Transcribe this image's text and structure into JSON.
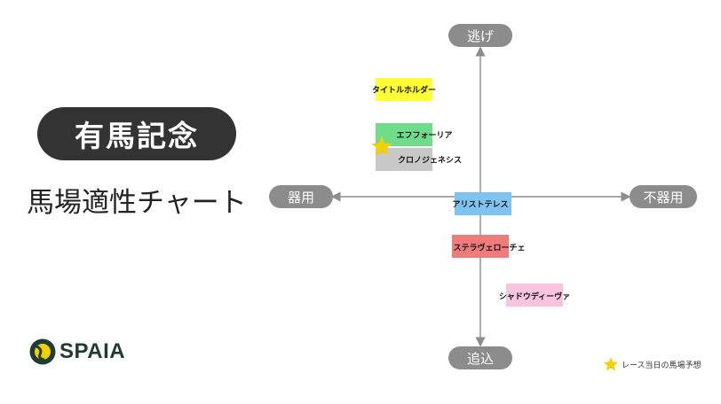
{
  "title": "有馬記念",
  "subtitle": "馬場適性チャート",
  "brand": "SPAIA",
  "colors": {
    "title_bg": "#333333",
    "axis": "#8c8c8c",
    "star": "#f5d000",
    "logo": "#1f3b32"
  },
  "axes": {
    "top": "逃げ",
    "bottom": "追込",
    "left": "器用",
    "right": "不器用"
  },
  "horses": [
    {
      "name": "タイトルホルダー",
      "color": "#ffff33"
    },
    {
      "name": "エフフォーリア",
      "color": "#6fdc8c"
    },
    {
      "name": "クロノジェネシス",
      "color": "#c8c8c8"
    },
    {
      "name": "アリストテレス",
      "color": "#7fc4f0"
    },
    {
      "name": "ステラヴェローチェ",
      "color": "#f07b7b"
    },
    {
      "name": "シャドウディーヴァ",
      "color": "#f9c4e0"
    }
  ],
  "legend": {
    "icon": "star-icon",
    "label": "レース当日の馬場予想"
  }
}
